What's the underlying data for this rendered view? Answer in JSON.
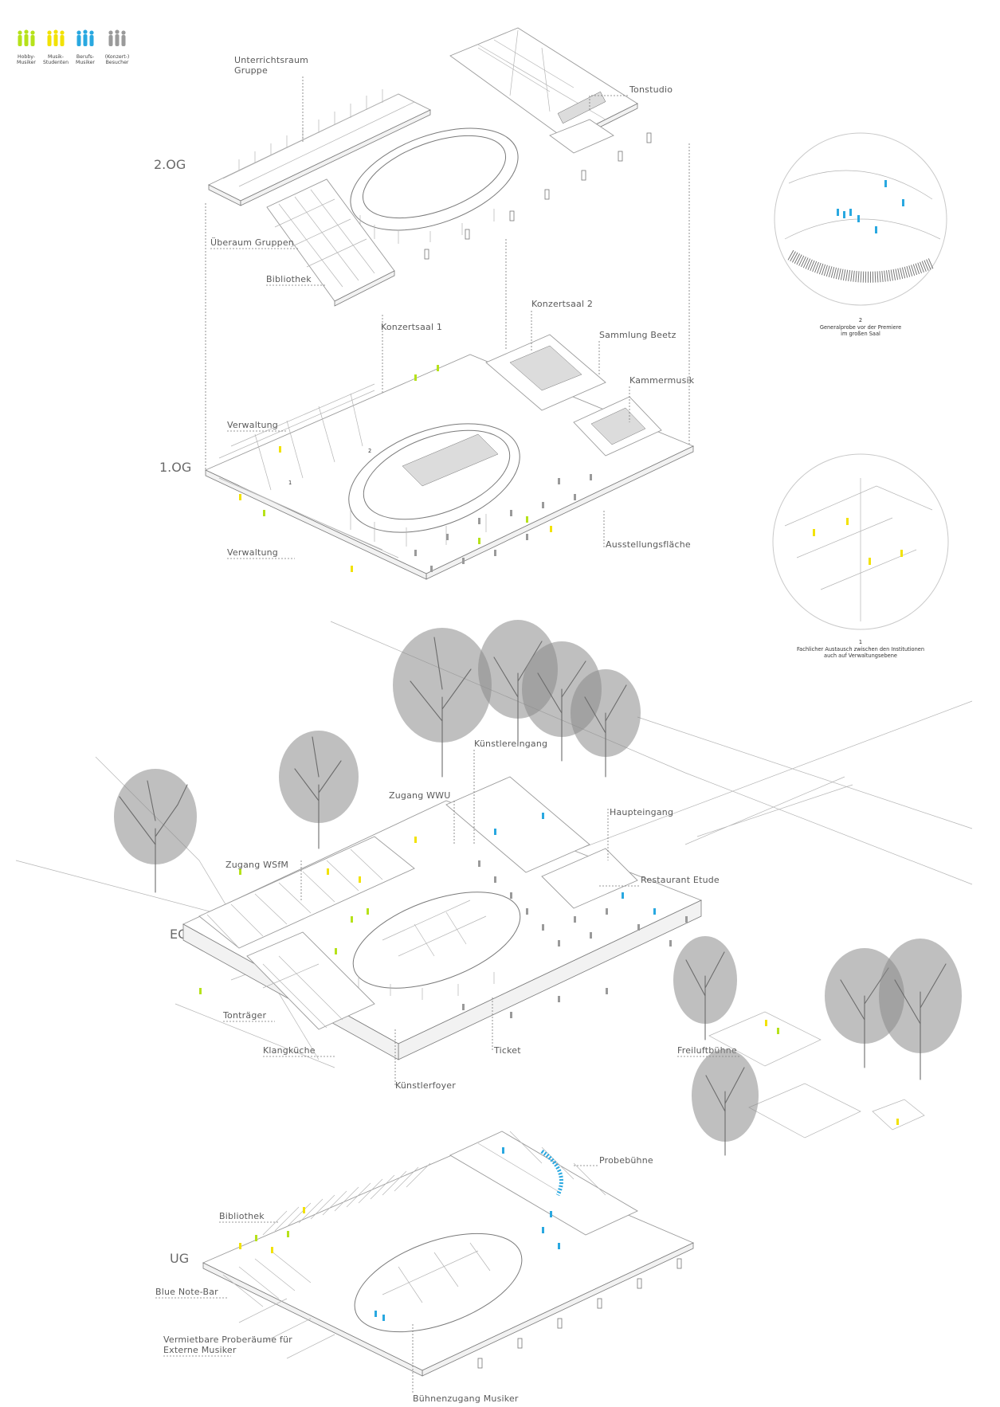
{
  "legend": [
    {
      "label_1": "Hobby-",
      "label_2": "Musiker",
      "color": "#b6e21a"
    },
    {
      "label_1": "Musik-",
      "label_2": "Studenten",
      "color": "#f2e205"
    },
    {
      "label_1": "Berufs-",
      "label_2": "Musiker",
      "color": "#29a8e0"
    },
    {
      "label_1": "(Konzert-)",
      "label_2": "Besucher",
      "color": "#9a9a9a"
    }
  ],
  "levels": {
    "og2": "2.OG",
    "og1": "1.OG",
    "eg": "EG",
    "ug": "UG"
  },
  "labels": {
    "unterrichtsraum_1": "Unterrichtsraum",
    "unterrichtsraum_2": "Gruppe",
    "tonstudio": "Tonstudio",
    "ueberaum": "Überaum Gruppen",
    "bibliothek_og": "Bibliothek",
    "konzertsaal_1": "Konzertsaal 1",
    "konzertsaal_2": "Konzertsaal 2",
    "sammlung": "Sammlung Beetz",
    "kammermusik": "Kammermusik",
    "verwaltung_a": "Verwaltung",
    "verwaltung_b": "Verwaltung",
    "ausstellung": "Ausstellungsfläche",
    "kuenstlereingang": "Künstlereingang",
    "zugang_wwu": "Zugang WWU",
    "haupteingang": "Haupteingang",
    "zugang_wsfm": "Zugang WSfM",
    "restaurant": "Restaurant Etude",
    "tontraeger": "Tonträger",
    "klangkueche": "Klangküche",
    "ticket": "Ticket",
    "freilichtbuehne": "Freiluftbühne",
    "kuenstlerfoyer": "Künstlerfoyer",
    "probebuehne": "Probebühne",
    "bibliothek_ug": "Bibliothek",
    "blue_note": "Blue Note-Bar",
    "proberaeume_1": "Vermietbare Proberäume für",
    "proberaeume_2": "Externe Musiker",
    "buehnenzugang": "Bühnenzugang Musiker"
  },
  "markers": {
    "m1": "1",
    "m2": "2"
  },
  "vignettes": {
    "v2": {
      "num": "2",
      "line_1": "Generalprobe vor der Premiere",
      "line_2": "im großen Saal"
    },
    "v1": {
      "num": "1",
      "line_1": "Fachlicher Austausch zwischen den Institutionen",
      "line_2": "auch auf Verwaltungsebene"
    }
  }
}
